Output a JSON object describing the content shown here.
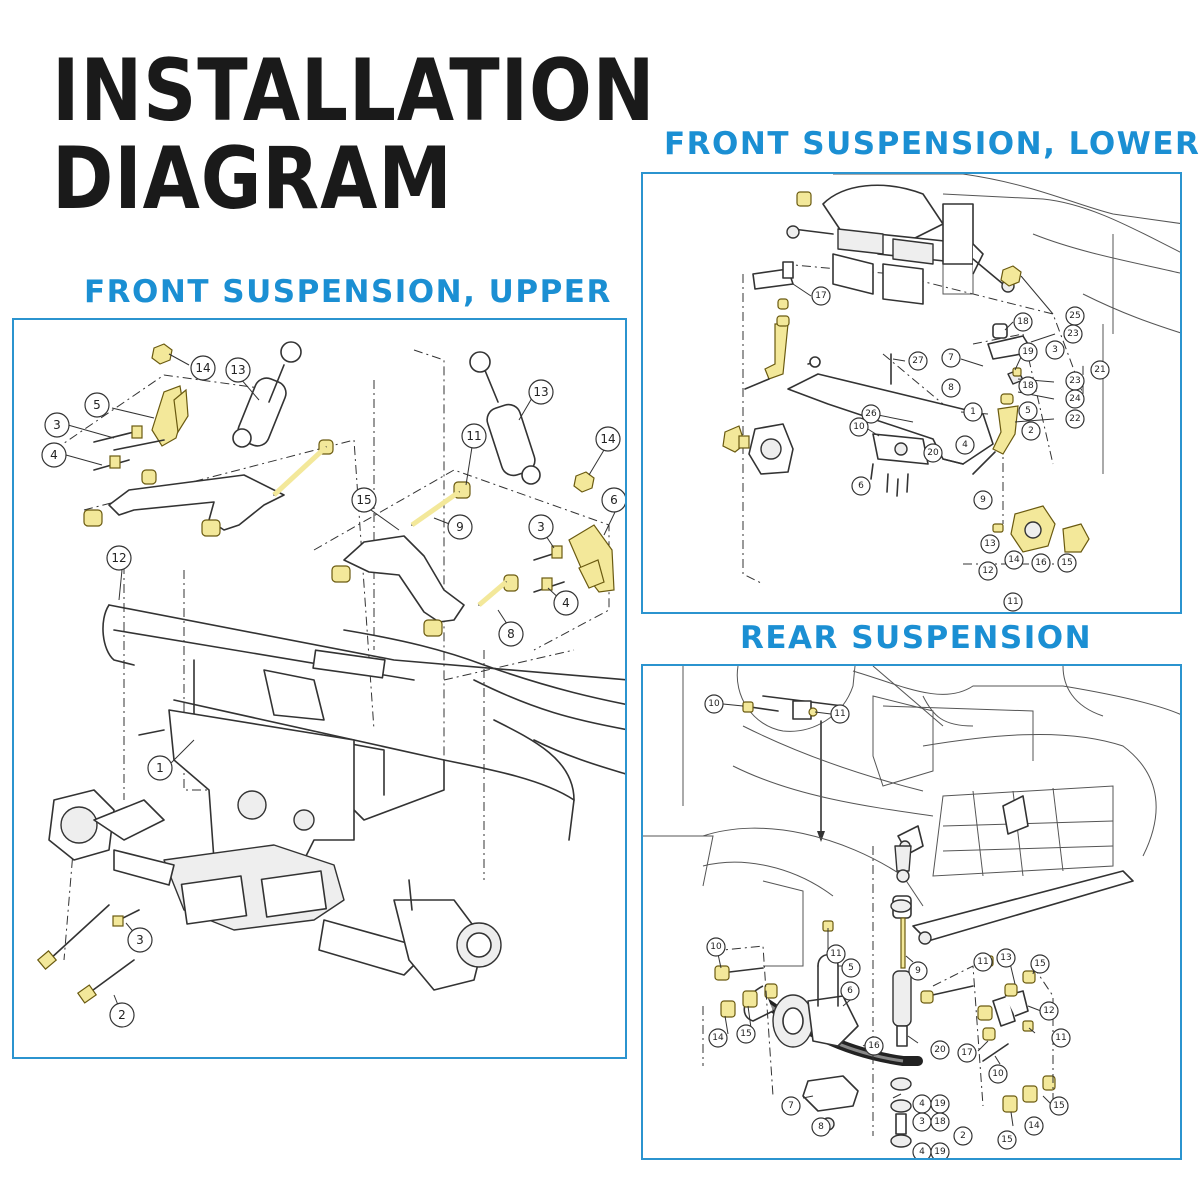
{
  "title": {
    "line1": "INSTALLATION",
    "line2": "DIAGRAM"
  },
  "colors": {
    "heading": "#1b8fd3",
    "frame": "#2b94cf",
    "hardware": "#f3e89a",
    "title": "#1a1a1a"
  },
  "sections": {
    "front_upper": {
      "heading": "FRONT SUSPENSION, UPPER",
      "labels": [
        "14",
        "13",
        "5",
        "3",
        "4",
        "12",
        "11",
        "13",
        "14",
        "15",
        "9",
        "3",
        "6",
        "8",
        "4",
        "1",
        "3",
        "2"
      ]
    },
    "front_lower": {
      "heading": "FRONT SUSPENSION, LOWER",
      "labels": [
        "17",
        "25",
        "18",
        "23",
        "27",
        "7",
        "19",
        "3",
        "21",
        "8",
        "18",
        "23",
        "24",
        "5",
        "26",
        "1",
        "22",
        "10",
        "2",
        "20",
        "4",
        "6",
        "9",
        "13",
        "14",
        "16",
        "15",
        "12",
        "11"
      ]
    },
    "rear": {
      "heading": "REAR SUSPENSION",
      "labels": [
        "10",
        "11",
        "10",
        "11",
        "5",
        "9",
        "11",
        "13",
        "15",
        "12",
        "14",
        "15",
        "6",
        "16",
        "20",
        "11",
        "17",
        "10",
        "7",
        "4",
        "19",
        "3",
        "18",
        "8",
        "4",
        "19",
        "15",
        "14",
        "15",
        "2"
      ]
    }
  }
}
